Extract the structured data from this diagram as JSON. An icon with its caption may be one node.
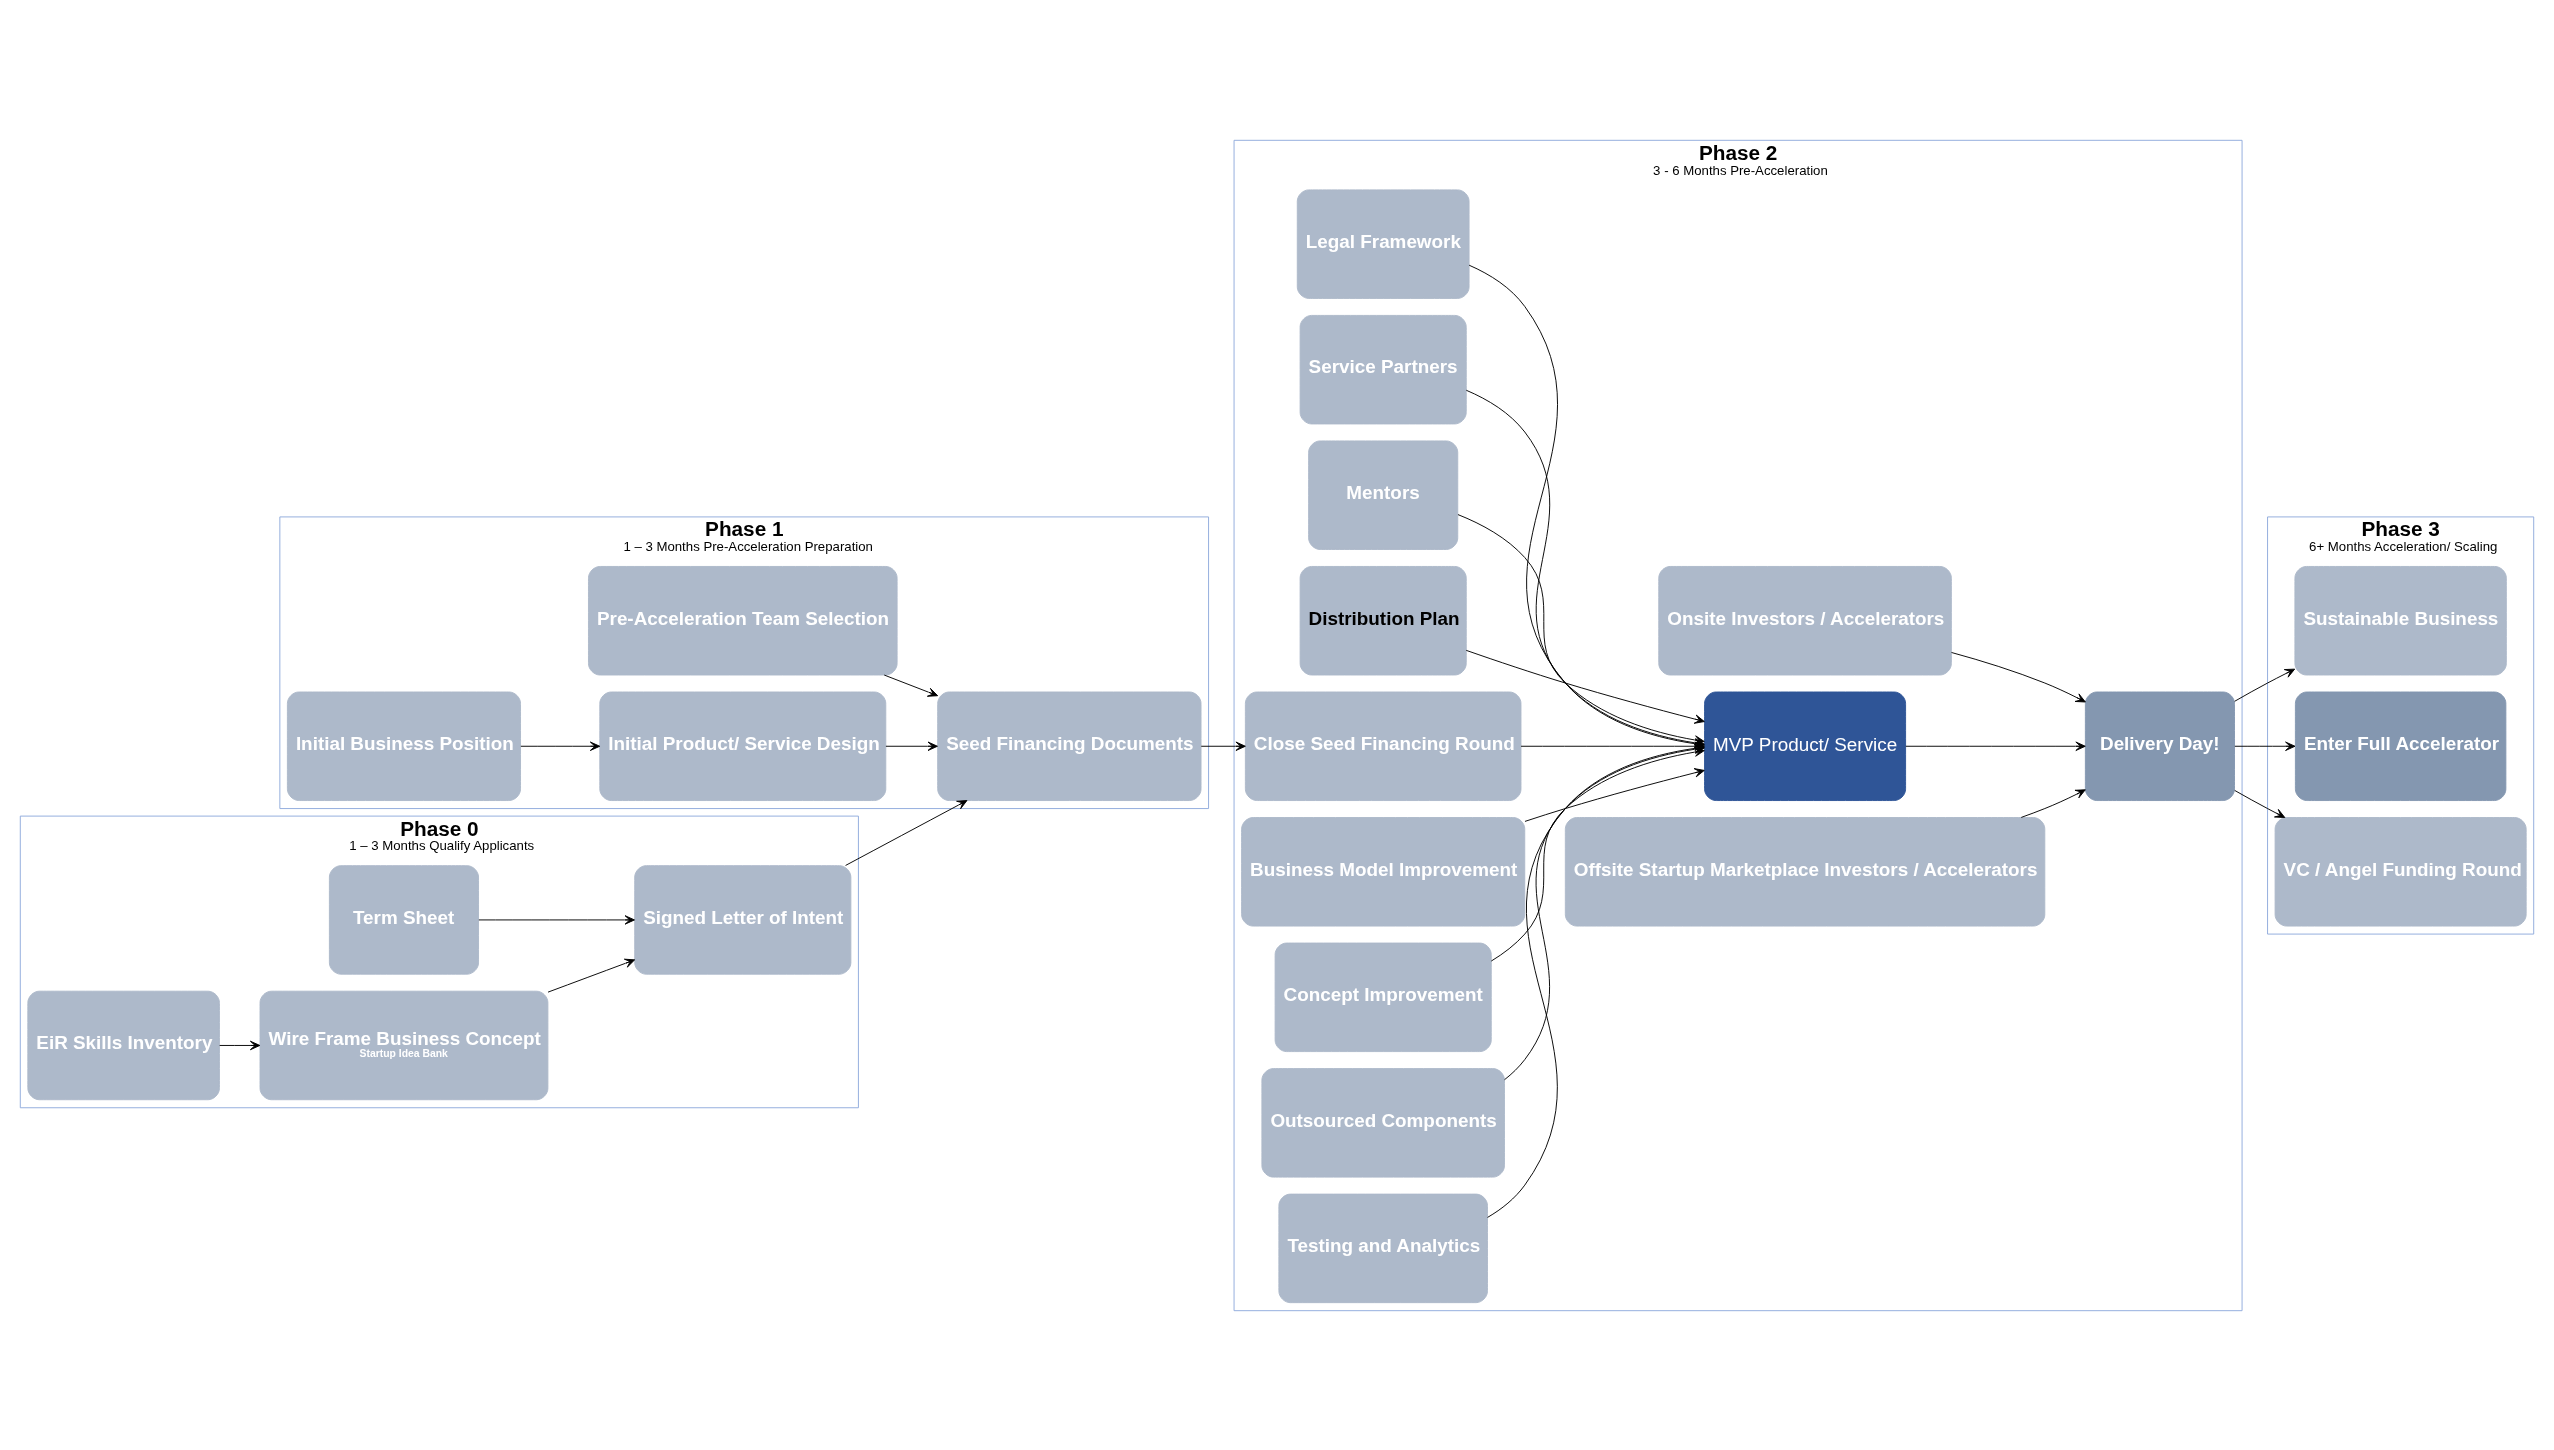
{
  "diagram": {
    "nodes": [
      {
        "text": [
          "Phase 0",
          "1 – 3 Months Qualify Applicants"
        ]
      },
      {
        "text": [
          "Term Sheet"
        ],
        "in": 0
      },
      {
        "text": [
          "Signed Letter of Intent"
        ],
        "in": 0
      },
      {
        "text": [
          "Wire Frame Business Concept",
          "Startup Idea Bank"
        ],
        "in": 0
      },
      {
        "text": [
          "EiR Skills Inventory"
        ],
        "in": 0
      },
      {
        "text": [
          "Phase 1",
          "1 – 3 Months Pre-Acceleration Preparation"
        ]
      },
      {
        "text": [
          "Pre-Acceleration Team Selection"
        ],
        "in": 5
      },
      {
        "text": [
          "Seed Financing Documents"
        ],
        "in": 5
      },
      {
        "text": [
          "Initial Product/ Service Design"
        ],
        "in": 5
      },
      {
        "text": [
          "Initial Business Position"
        ],
        "in": 5
      },
      {
        "text": [
          "Phase 2",
          "3 - 6 Months Pre-Acceleration"
        ]
      },
      {
        "text": [
          "Legal Framework"
        ],
        "in": 10
      },
      {
        "text": [
          "Service Partners"
        ],
        "in": 10
      },
      {
        "text": [
          "Mentors"
        ],
        "in": 10
      },
      {
        "text": [
          "Distribution Plan"
        ],
        "in": 10
      },
      {
        "text": [
          "Onsite Investors / Accelerators"
        ],
        "in": 10
      },
      {
        "text": [
          "Close Seed Financing Round"
        ],
        "in": 10
      },
      {
        "text": [
          "MVP Product/ Service"
        ],
        "in": 10
      },
      {
        "text": [
          "Delivery Day!"
        ],
        "in": 10
      },
      {
        "text": [
          "Business Model Improvement"
        ],
        "in": 10
      },
      {
        "text": [
          "Concept Improvement"
        ],
        "in": 10
      },
      {
        "text": [
          "Outsourced Components"
        ],
        "in": 10
      },
      {
        "text": [
          "Testing and Analytics"
        ],
        "in": 10
      },
      {
        "text": [
          "Offsite Startup Marketplace Investors / Accelerators"
        ],
        "in": 10
      },
      {
        "text": [
          "Phase 3",
          "6+ Months Acceleration/ Scaling"
        ]
      },
      {
        "text": [
          "Sustainable Business"
        ],
        "in": 24
      },
      {
        "text": [
          "Enter Full Accelerator"
        ],
        "in": 24
      },
      {
        "text": [
          "VC / Angel Funding Round"
        ],
        "in": 24
      }
    ],
    "edges": [
      {
        "from": 1,
        "to": 2,
        "arrow": "to"
      },
      {
        "from": 4,
        "to": 3,
        "arrow": "to"
      },
      {
        "from": 3,
        "to": 2,
        "arrow": "to"
      },
      {
        "from": 2,
        "to": 7,
        "arrow": "to"
      },
      {
        "from": 6,
        "to": 7,
        "arrow": "to"
      },
      {
        "from": 9,
        "to": 8,
        "arrow": "to"
      },
      {
        "from": 8,
        "to": 7,
        "arrow": "to"
      },
      {
        "from": 7,
        "to": 16,
        "arrow": "to"
      },
      {
        "from": 11,
        "to": 17,
        "arrow": "to"
      },
      {
        "from": 12,
        "to": 17,
        "arrow": "to"
      },
      {
        "from": 13,
        "to": 17,
        "arrow": "to"
      },
      {
        "from": 14,
        "to": 17,
        "arrow": "to"
      },
      {
        "from": 16,
        "to": 17,
        "arrow": "to"
      },
      {
        "from": 19,
        "to": 17,
        "arrow": "to"
      },
      {
        "from": 20,
        "to": 17,
        "arrow": "to"
      },
      {
        "from": 21,
        "to": 17,
        "arrow": "to"
      },
      {
        "from": 22,
        "to": 17,
        "arrow": "to"
      },
      {
        "from": 17,
        "to": 18,
        "arrow": "to"
      },
      {
        "from": 15,
        "to": 18,
        "arrow": "to"
      },
      {
        "from": 23,
        "to": 18,
        "arrow": "to"
      },
      {
        "from": 18,
        "to": 25,
        "arrow": "to"
      },
      {
        "from": 18,
        "to": 26,
        "arrow": "to"
      },
      {
        "from": 18,
        "to": 27,
        "arrow": "to"
      }
    ]
  }
}
